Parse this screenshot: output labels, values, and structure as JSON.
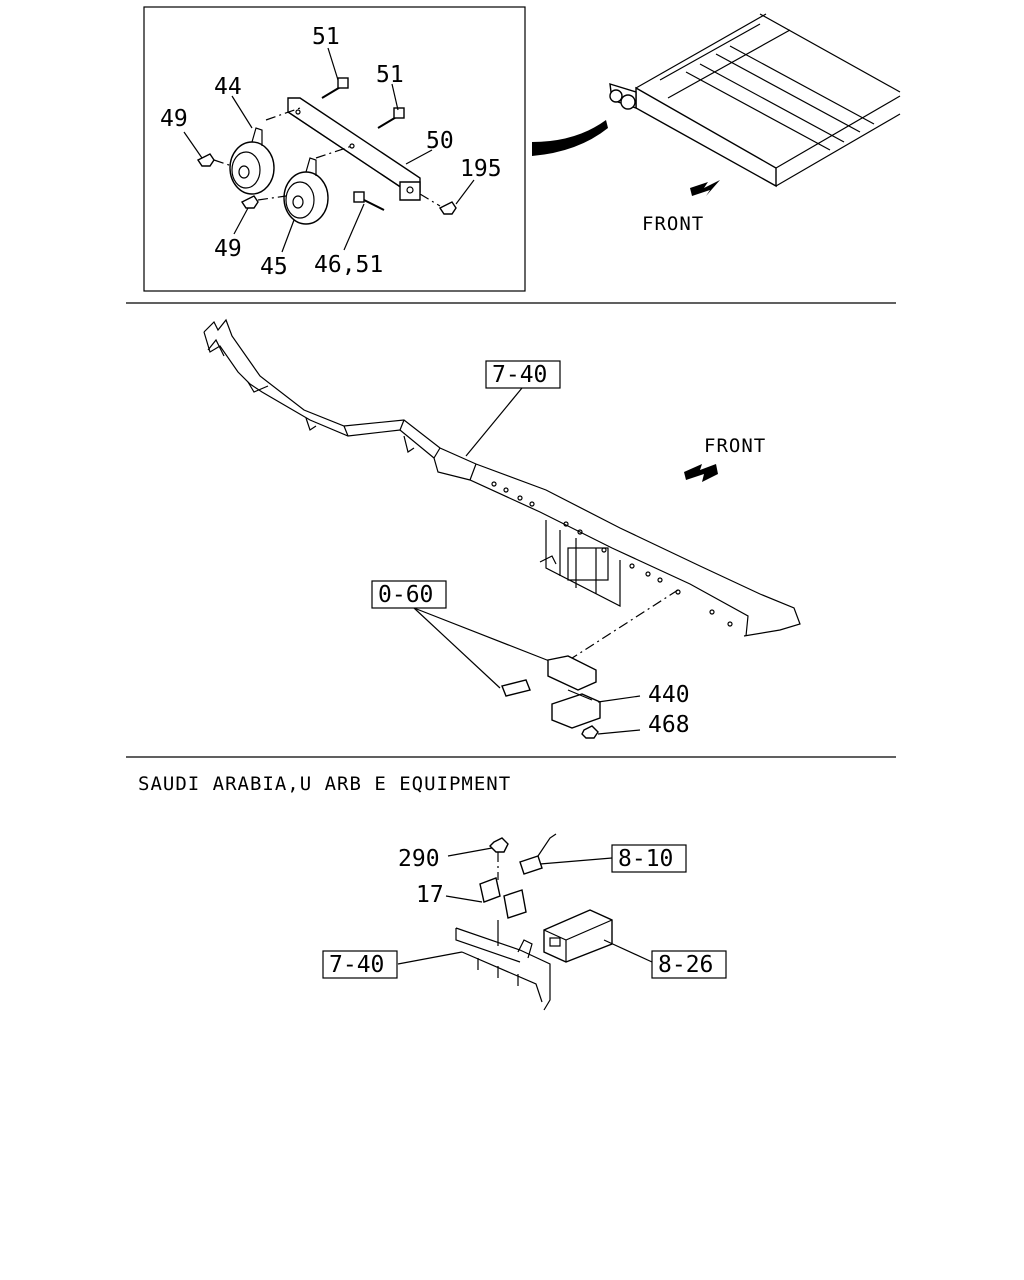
{
  "sections": {
    "top": {
      "callouts": {
        "c51a": "51",
        "c51b": "51",
        "c44": "44",
        "c49a": "49",
        "c50": "50",
        "c195": "195",
        "c49b": "49",
        "c45": "45",
        "c4651": "46,51"
      },
      "front_label": "FRONT"
    },
    "middle": {
      "ref_frame": "7-40",
      "ref_bolts": "0-60",
      "callouts": {
        "c440": "440",
        "c468": "468"
      },
      "front_label": "FRONT"
    },
    "bottom": {
      "caption": "SAUDI ARABIA,U ARB E EQUIPMENT",
      "callouts": {
        "c290": "290",
        "c17": "17"
      },
      "ref_harness": "8-10",
      "ref_bracket": "7-40",
      "ref_unit": "8-26"
    }
  }
}
